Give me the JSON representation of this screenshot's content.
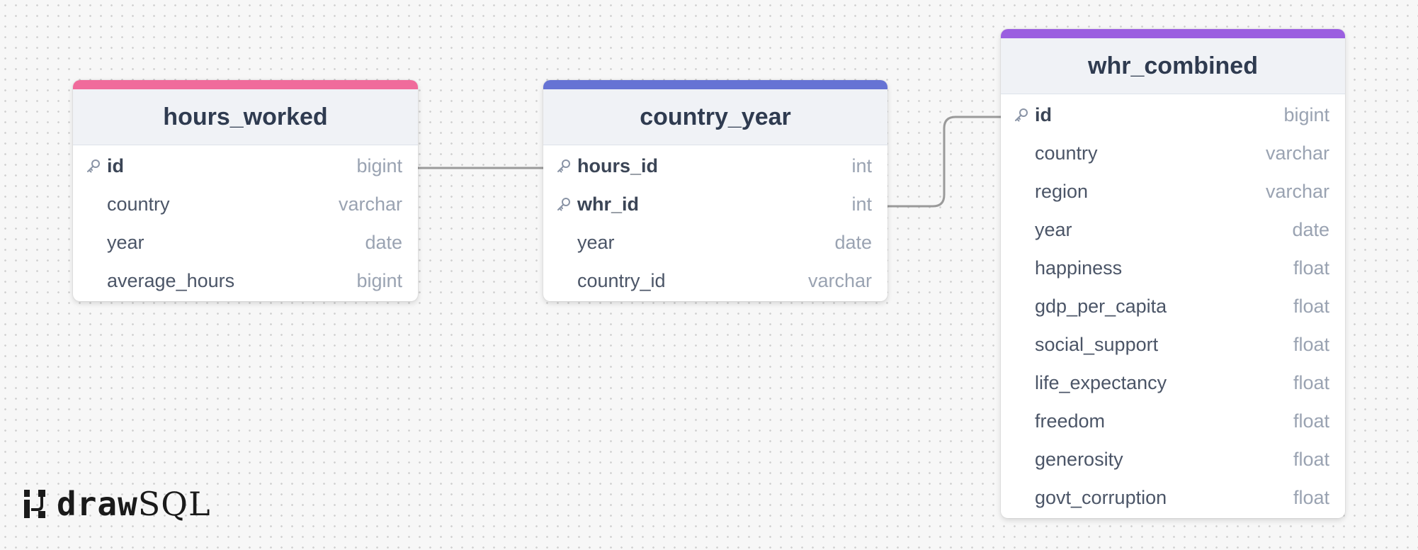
{
  "colors": {
    "hours_worked_accent": "#f06b9b",
    "country_year_accent": "#6673d4",
    "whr_combined_accent": "#9b5fe0",
    "connector": "#9a9a9a"
  },
  "brand": {
    "bold": "draw",
    "light": "SQL"
  },
  "tables": {
    "hours_worked": {
      "title": "hours_worked",
      "columns": [
        {
          "name": "id",
          "type": "bigint",
          "pk": true
        },
        {
          "name": "country",
          "type": "varchar",
          "pk": false
        },
        {
          "name": "year",
          "type": "date",
          "pk": false
        },
        {
          "name": "average_hours",
          "type": "bigint",
          "pk": false
        }
      ]
    },
    "country_year": {
      "title": "country_year",
      "columns": [
        {
          "name": "hours_id",
          "type": "int",
          "pk": true
        },
        {
          "name": "whr_id",
          "type": "int",
          "pk": true
        },
        {
          "name": "year",
          "type": "date",
          "pk": false
        },
        {
          "name": "country_id",
          "type": "varchar",
          "pk": false
        }
      ]
    },
    "whr_combined": {
      "title": "whr_combined",
      "columns": [
        {
          "name": "id",
          "type": "bigint",
          "pk": true
        },
        {
          "name": "country",
          "type": "varchar",
          "pk": false
        },
        {
          "name": "region",
          "type": "varchar",
          "pk": false
        },
        {
          "name": "year",
          "type": "date",
          "pk": false
        },
        {
          "name": "happiness",
          "type": "float",
          "pk": false
        },
        {
          "name": "gdp_per_capita",
          "type": "float",
          "pk": false
        },
        {
          "name": "social_support",
          "type": "float",
          "pk": false
        },
        {
          "name": "life_expectancy",
          "type": "float",
          "pk": false
        },
        {
          "name": "freedom",
          "type": "float",
          "pk": false
        },
        {
          "name": "generosity",
          "type": "float",
          "pk": false
        },
        {
          "name": "govt_corruption",
          "type": "float",
          "pk": false
        }
      ]
    }
  }
}
